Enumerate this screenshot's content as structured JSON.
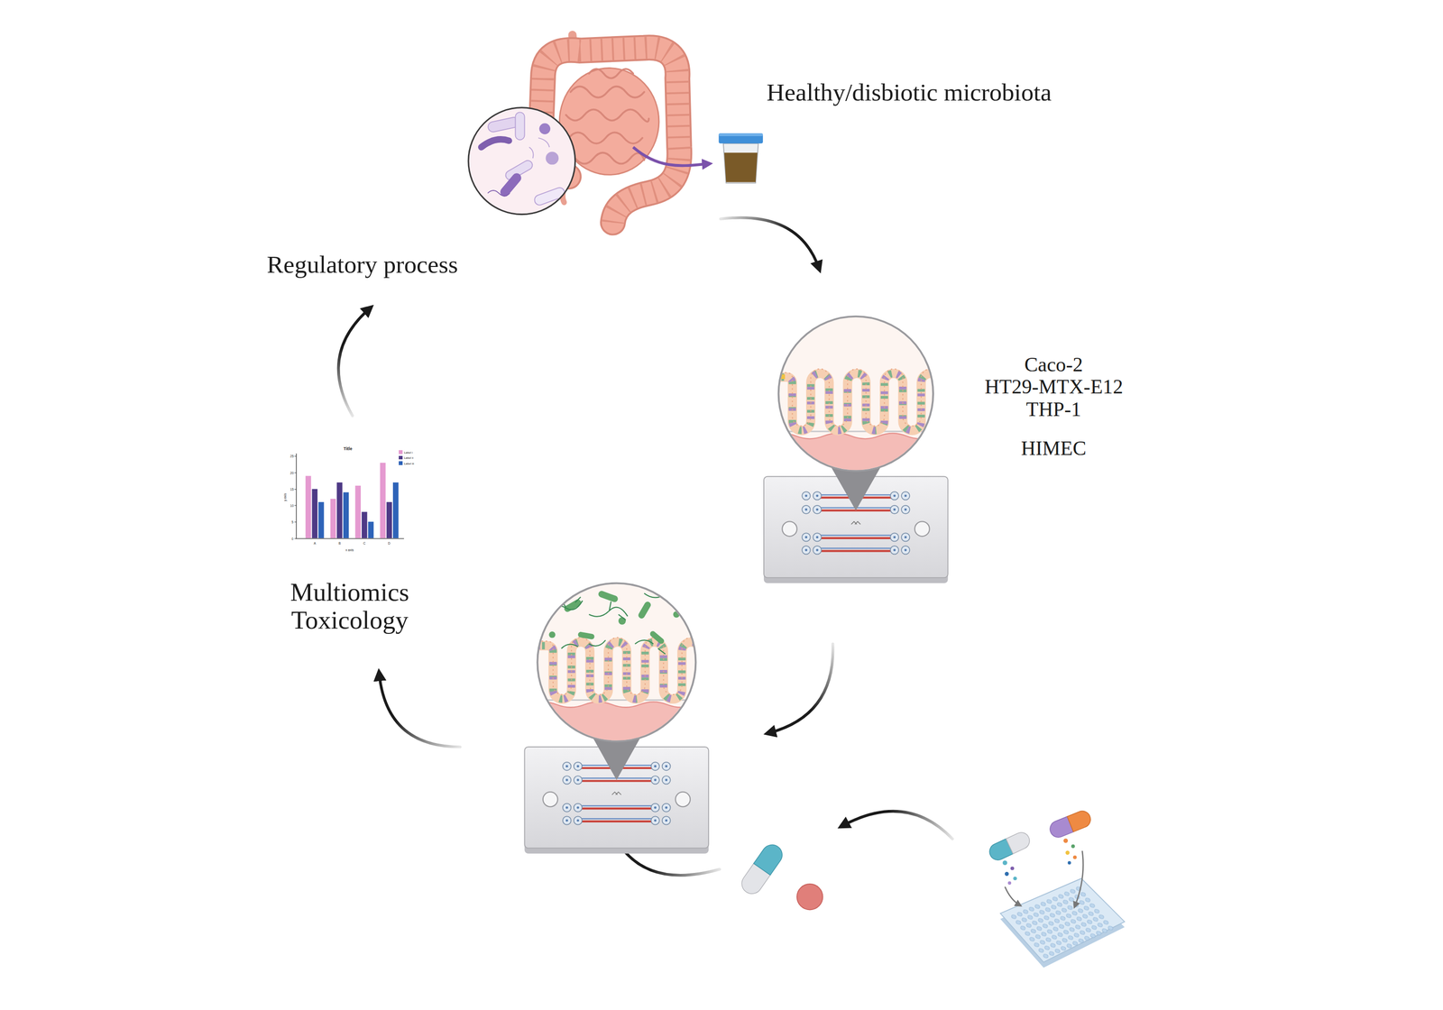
{
  "diagram": {
    "labels": [
      "Healthy/disbiotic microbiota",
      "Regulatory process",
      "Caco-2",
      "HT29-MTX-E12",
      "THP-1",
      "HIMEC",
      "Title",
      "25",
      "20",
      "15",
      "10",
      "5",
      "0",
      "y axis",
      "A",
      "B",
      "C",
      "D",
      "x axis",
      "Multiomics",
      "Toxicology"
    ],
    "legend": [
      {
        "text": "Label i",
        "color": "#e59ad0"
      },
      {
        "text": "Label ii",
        "color": "#4e3a86"
      },
      {
        "text": "Label iii",
        "color": "#2e63b8"
      }
    ]
  }
}
